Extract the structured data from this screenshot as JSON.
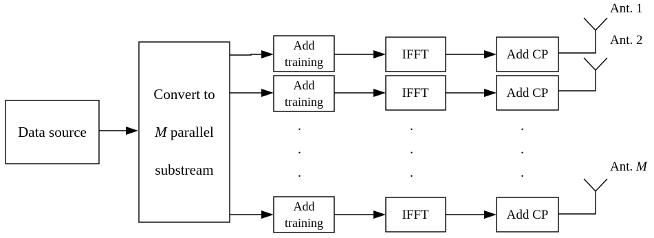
{
  "source": {
    "label": "Data source"
  },
  "converter": {
    "line1": "Convert to",
    "line2_italic": "M",
    "line2_rest": " parallel",
    "line3": "substream"
  },
  "blocks": {
    "training_line1": "Add",
    "training_line2": "training",
    "ifft": "IFFT",
    "cp": "Add CP"
  },
  "antennas": {
    "ant1": "Ant. 1",
    "ant2": "Ant. 2",
    "antM_prefix": "Ant. ",
    "antM_italic": "M"
  },
  "ellipsis": "."
}
